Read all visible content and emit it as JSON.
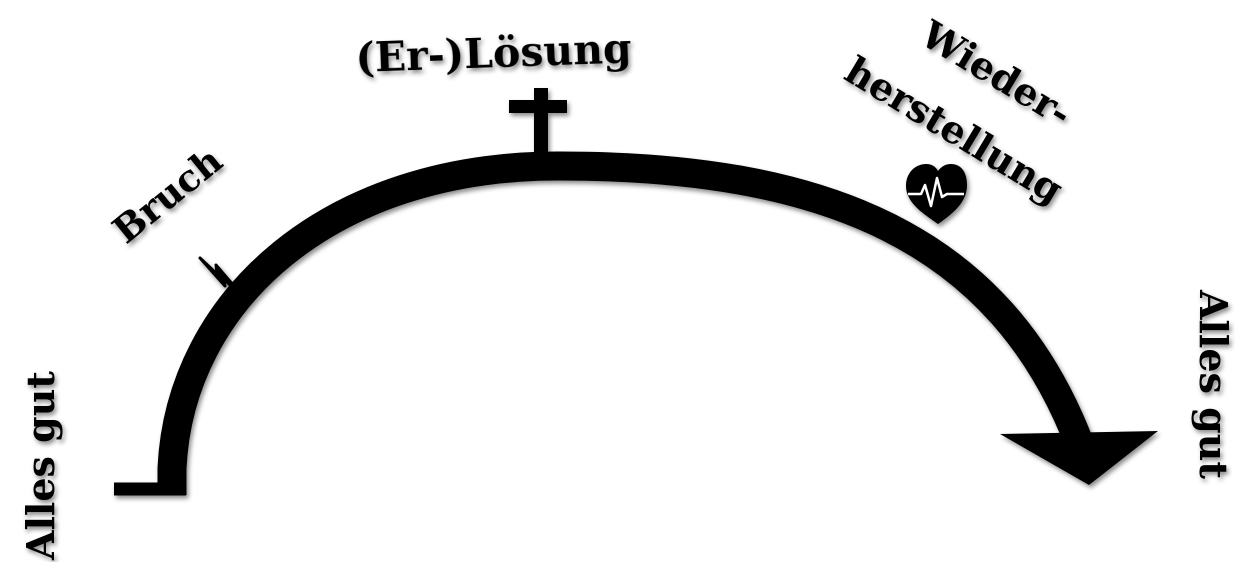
{
  "labels": {
    "start": "Alles gut",
    "break": "Bruch",
    "solution": "(Er-)Lösung",
    "restoration_line1": "Wieder-",
    "restoration_line2": "herstellung",
    "end": "Alles gut"
  },
  "icons": {
    "break": "lightning-bolt-icon",
    "solution": "cross-icon",
    "restoration": "heartbeat-heart-icon"
  },
  "colors": {
    "ink": "#000000",
    "background": "#ffffff",
    "heart_line": "#ffffff"
  }
}
